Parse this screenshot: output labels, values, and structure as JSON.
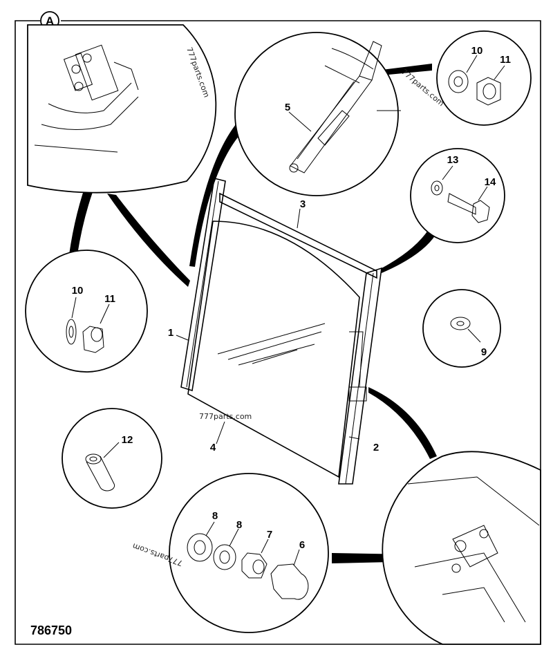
{
  "view_label": "A",
  "drawing_number": "786750",
  "watermarks": [
    "777parts.com",
    "777parts.com",
    "777parts.com",
    "777parts.com"
  ],
  "callouts": {
    "frame_left": "1",
    "frame_right": "2",
    "top_rail": "3",
    "glass": "4",
    "gas_strut": "5",
    "cap_nut": "6",
    "nut_7": "7",
    "washer_8a": "8",
    "washer_8b": "8",
    "washer_9": "9",
    "washer_10_top": "10",
    "nut_11_top": "11",
    "washer_10_left": "10",
    "nut_11_left": "11",
    "spacer_12": "12",
    "washer_13": "13",
    "bolt_14": "14"
  }
}
